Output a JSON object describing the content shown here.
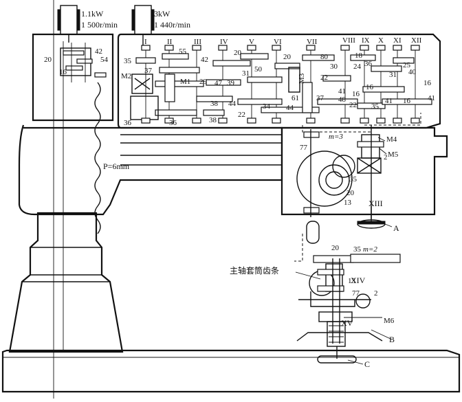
{
  "motors": {
    "column_motor": {
      "power": "1.1kW",
      "speed": "1 500r/min"
    },
    "main_motor": {
      "power": "3kW",
      "speed": "1 440r/min"
    }
  },
  "shafts": [
    "I",
    "II",
    "III",
    "IV",
    "V",
    "VI",
    "VII",
    "VIII",
    "IX",
    "X",
    "XI",
    "XII",
    "XIII",
    "XIV",
    "XV"
  ],
  "gear_numbers": {
    "column_top": [
      "20",
      "42",
      "16",
      "54"
    ],
    "gearbox": [
      "35",
      "55",
      "42",
      "20",
      "20",
      "80",
      "18",
      "25",
      "37",
      "47",
      "39",
      "31",
      "50",
      "30",
      "24",
      "36",
      "40",
      "29",
      "38",
      "44",
      "61",
      "22",
      "41",
      "16",
      "31",
      "16",
      "16",
      "38",
      "22",
      "34",
      "44",
      "37",
      "48",
      "22",
      "35",
      "41",
      "16",
      "41",
      "36",
      "36"
    ],
    "feed": [
      "77",
      "35",
      "20",
      "13",
      "2"
    ],
    "lower": [
      "20",
      "35",
      "13",
      "77",
      "2"
    ]
  },
  "clutch_labels": {
    "m1": "M1",
    "m2": "M2",
    "m3": "M3",
    "m4": "M4",
    "m5": "M5",
    "m6": "M6"
  },
  "modules": {
    "upper": "m=3",
    "lower": "m=2"
  },
  "pitch": "P=6mm",
  "handwheels": {
    "a": "A",
    "b": "B",
    "c": "C"
  },
  "rack_label": "主轴套筒齿条"
}
